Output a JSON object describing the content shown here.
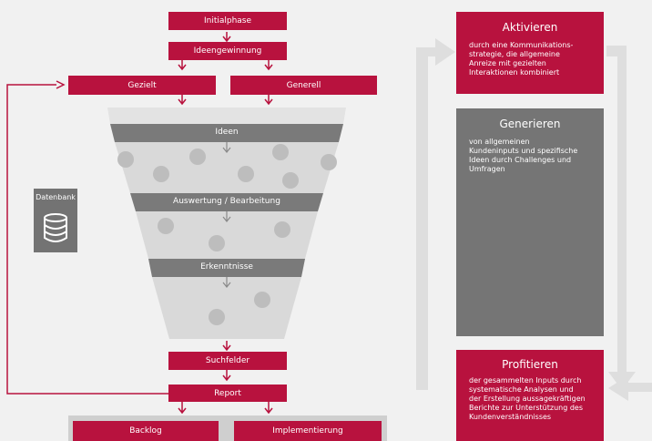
{
  "top_steps": {
    "initial": "Initialphase",
    "ideas": "Ideengewinnung"
  },
  "branches": {
    "left": "Gezielt",
    "right": "Generell"
  },
  "funnel": {
    "band1": "Ideen",
    "band2": "Auswertung / Bearbeitung",
    "band3": "Erkenntnisse"
  },
  "database": {
    "label": "Datenbank",
    "icon": "database-icon"
  },
  "bottom_steps": {
    "fields": "Suchfelder",
    "report": "Report",
    "backlog": "Backlog",
    "implementation": "Implementierung"
  },
  "cycle": {
    "activate": {
      "title": "Aktivieren",
      "text": "durch eine Kommunikations-\nstrategie, die allgemeine\nAnreize mit gezielten\nInteraktionen kombiniert"
    },
    "generate": {
      "title": "Generieren",
      "text": "von allgemeinen\nKundeninputs und spezifische\nIdeen durch Challenges und\nUmfragen"
    },
    "profit": {
      "title": "Profitieren",
      "text": "der gesammelten Inputs durch\nsystematische Analysen und\nder Erstellung aussagekräftigen\nBerichte zur Unterstützung des\nKundenverständnisses"
    }
  },
  "colors": {
    "primary": "#b8123e",
    "funnel_light": "#d9d9d9",
    "funnel_band": "#7a7a7a",
    "panel_dark": "#757575",
    "arrow_light": "#dedede"
  }
}
